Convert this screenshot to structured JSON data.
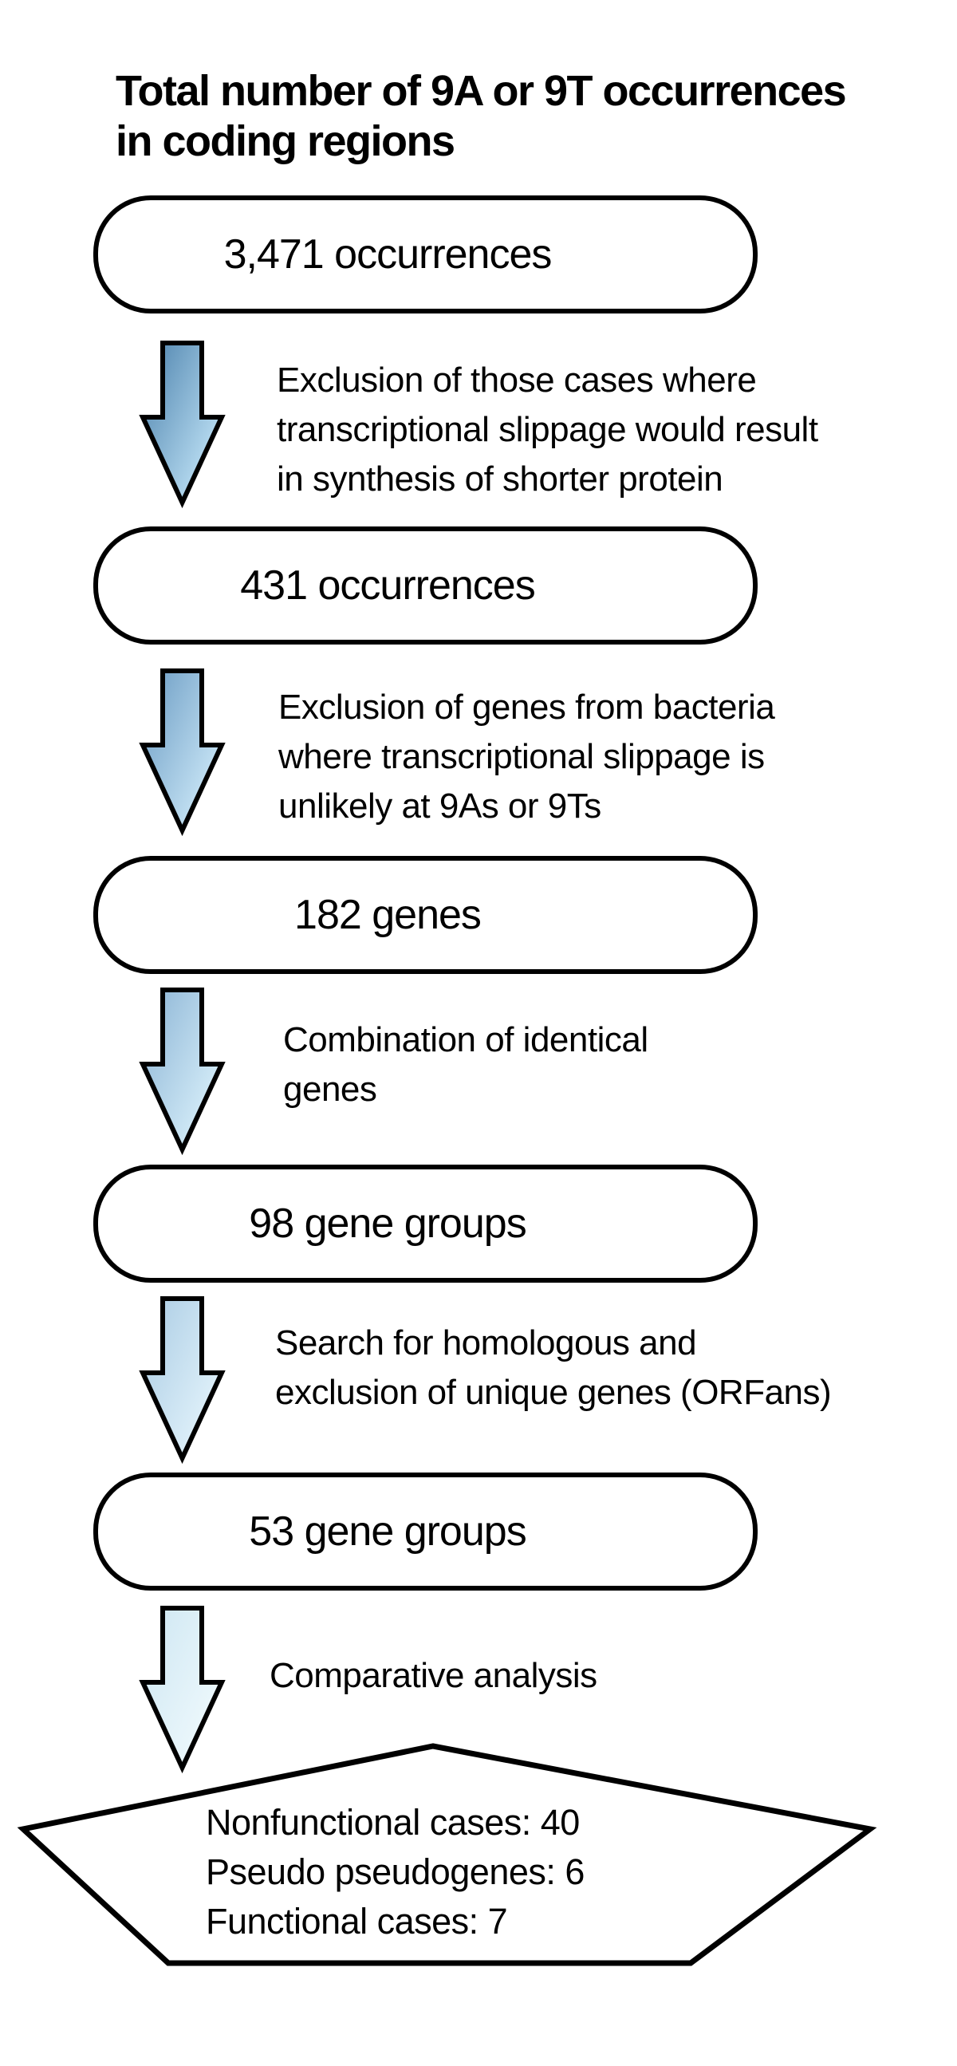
{
  "diagram": {
    "title_lines": [
      "Total number of 9A or 9T occurrences",
      "in coding regions"
    ],
    "nodes": [
      {
        "label": "3,471 occurrences"
      },
      {
        "label": "431 occurrences"
      },
      {
        "label": "182 genes"
      },
      {
        "label": "98 gene groups"
      },
      {
        "label": "53 gene groups"
      }
    ],
    "steps": [
      {
        "label_lines": [
          "Exclusion of those cases where",
          "transcriptional slippage would result",
          "in synthesis of shorter protein"
        ],
        "arrow_gradient_from": "#4a80ab",
        "arrow_gradient_to": "#b9ddf2"
      },
      {
        "label_lines": [
          "Exclusion of genes from bacteria",
          "where transcriptional slippage is",
          "unlikely at 9As or 9Ts"
        ],
        "arrow_gradient_from": "#699ac2",
        "arrow_gradient_to": "#c7e4f5"
      },
      {
        "label_lines": [
          "Combination of identical",
          "genes"
        ],
        "arrow_gradient_from": "#8ab3d4",
        "arrow_gradient_to": "#d4ecf8"
      },
      {
        "label_lines": [
          "Search for homologous and",
          "exclusion of unique genes (ORFans)"
        ],
        "arrow_gradient_from": "#a9cbe3",
        "arrow_gradient_to": "#e0f1fa"
      },
      {
        "label_lines": [
          "Comparative analysis"
        ],
        "arrow_gradient_from": "#cde6f2",
        "arrow_gradient_to": "#edf8fc"
      }
    ],
    "result": {
      "label_lines": [
        "Nonfunctional cases: 40",
        "Pseudo pseudogenes: 6",
        "Functional cases: 7"
      ]
    },
    "colors": {
      "outline": "#000000",
      "background": "#ffffff",
      "text": "#000000"
    }
  }
}
